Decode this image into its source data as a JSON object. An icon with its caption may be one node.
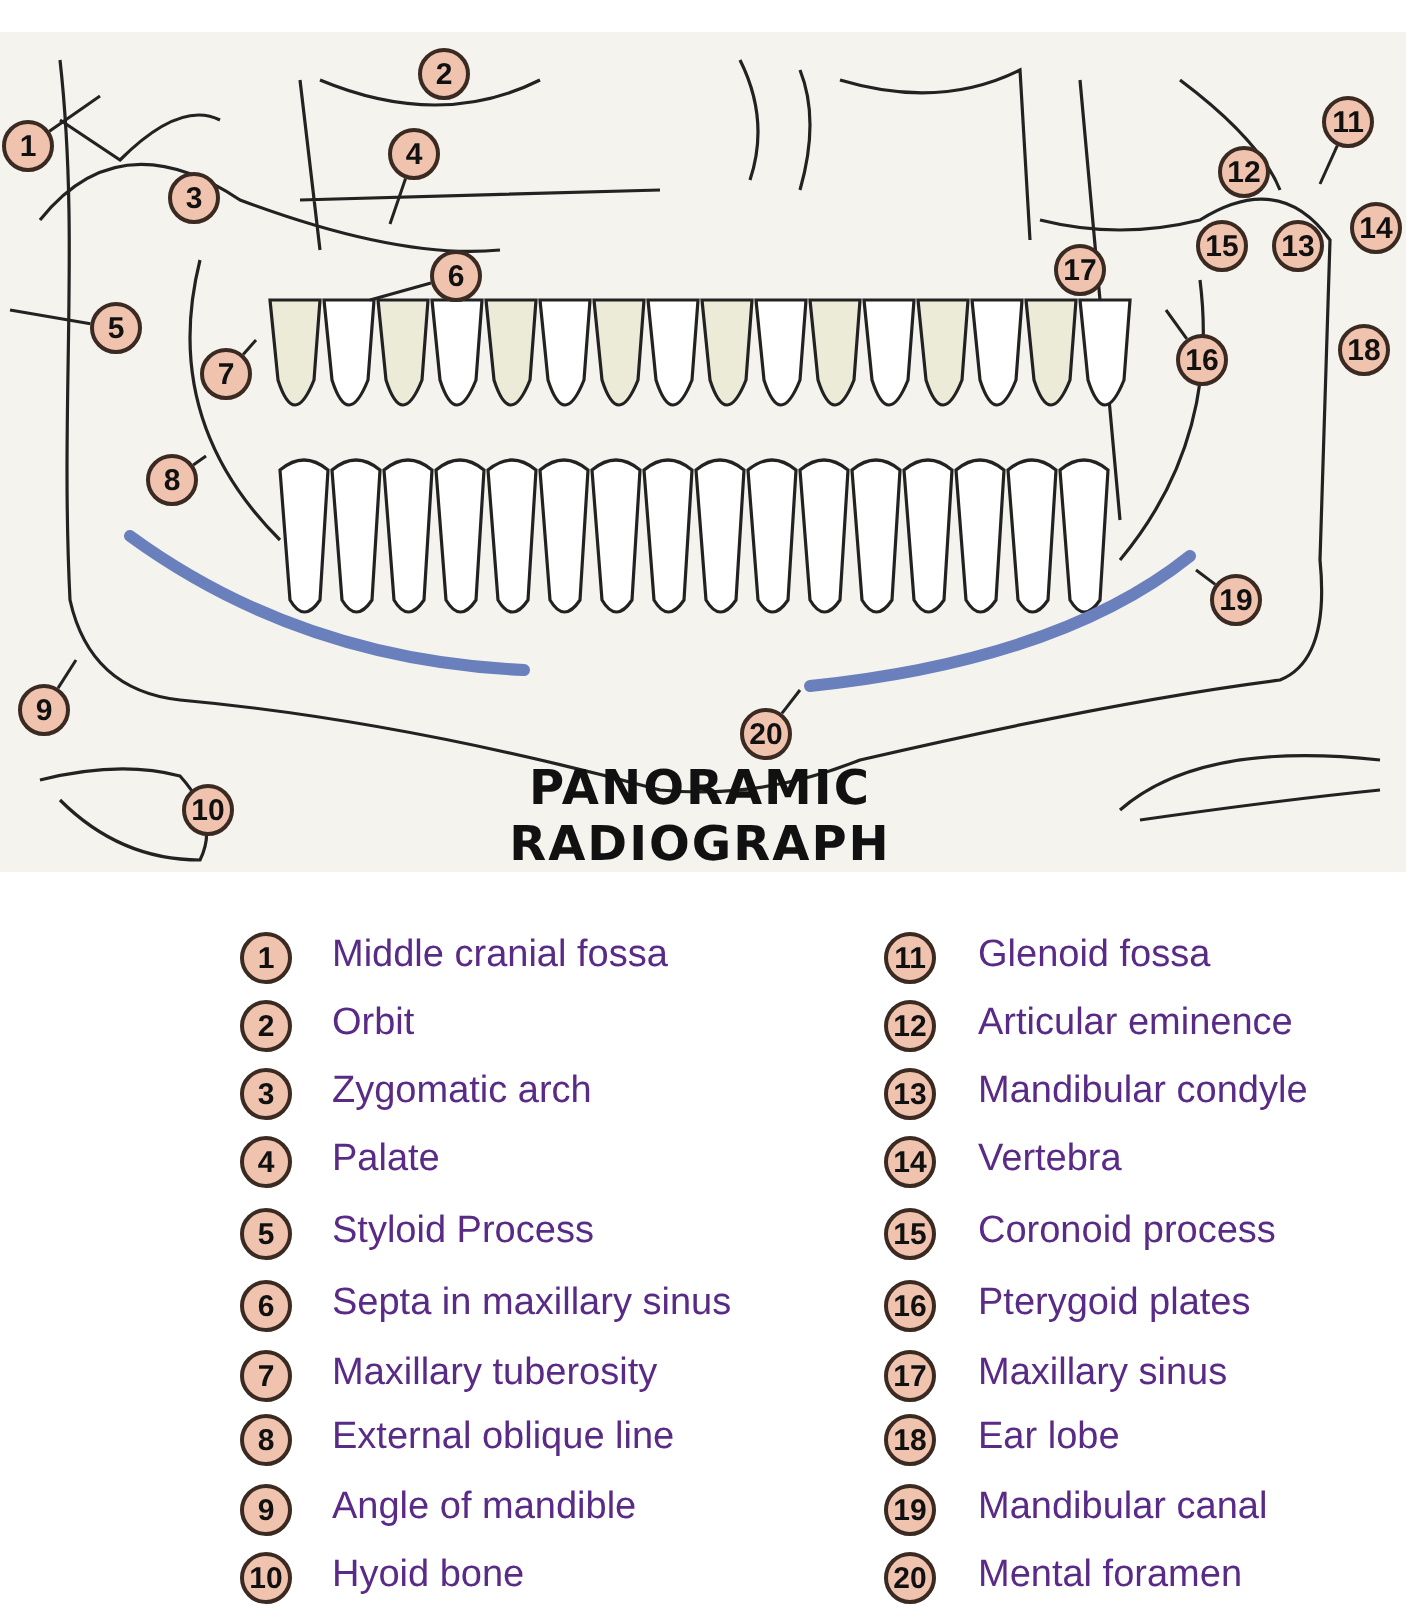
{
  "diagram": {
    "title": "PANORAMIC RADIOGRAPH",
    "nodes": [
      {
        "text": [
          "1"
        ]
      },
      {
        "text": [
          "2"
        ]
      },
      {
        "text": [
          "3"
        ]
      },
      {
        "text": [
          "4"
        ]
      },
      {
        "text": [
          "5"
        ]
      },
      {
        "text": [
          "6"
        ]
      },
      {
        "text": [
          "7"
        ]
      },
      {
        "text": [
          "8"
        ]
      },
      {
        "text": [
          "9"
        ]
      },
      {
        "text": [
          "10"
        ]
      },
      {
        "text": [
          "11"
        ]
      },
      {
        "text": [
          "12"
        ]
      },
      {
        "text": [
          "13"
        ]
      },
      {
        "text": [
          "14"
        ]
      },
      {
        "text": [
          "15"
        ]
      },
      {
        "text": [
          "16"
        ]
      },
      {
        "text": [
          "17"
        ]
      },
      {
        "text": [
          "18"
        ]
      },
      {
        "text": [
          "19"
        ]
      },
      {
        "text": [
          "20"
        ]
      }
    ],
    "edges": [
      {
        "from": 0,
        "to": null,
        "arrow": "none"
      },
      {
        "from": 3,
        "to": null,
        "arrow": "none"
      },
      {
        "from": 4,
        "to": null,
        "arrow": "none"
      },
      {
        "from": 5,
        "to": null,
        "arrow": "none"
      },
      {
        "from": 6,
        "to": null,
        "arrow": "none"
      },
      {
        "from": 7,
        "to": null,
        "arrow": "none"
      },
      {
        "from": 8,
        "to": null,
        "arrow": "none"
      },
      {
        "from": 10,
        "to": null,
        "arrow": "none"
      },
      {
        "from": 15,
        "to": null,
        "arrow": "none"
      },
      {
        "from": 18,
        "to": null,
        "arrow": "none"
      },
      {
        "from": 19,
        "to": null,
        "arrow": "none"
      }
    ],
    "labels": [
      "1",
      "Middle cranial fossa",
      "11",
      "Glenoid fossa",
      "2",
      "Orbit",
      "12",
      "Articular eminence",
      "3",
      "Zygomatic arch",
      "13",
      "Mandibular condyle",
      "4",
      "Palate",
      "14",
      "Vertebra",
      "5",
      "Styloid Process",
      "15",
      "Coronoid process",
      "6",
      "Septa in maxillary sinus",
      "16",
      "Pterygoid plates",
      "7",
      "Maxillary tuberosity",
      "17",
      "Maxillary sinus",
      "8",
      "External oblique line",
      "18",
      "Ear lobe",
      "9",
      "Angle of mandible",
      "19",
      "Mandibular canal",
      "10",
      "Hyoid bone",
      "20",
      "Mental foramen"
    ]
  }
}
